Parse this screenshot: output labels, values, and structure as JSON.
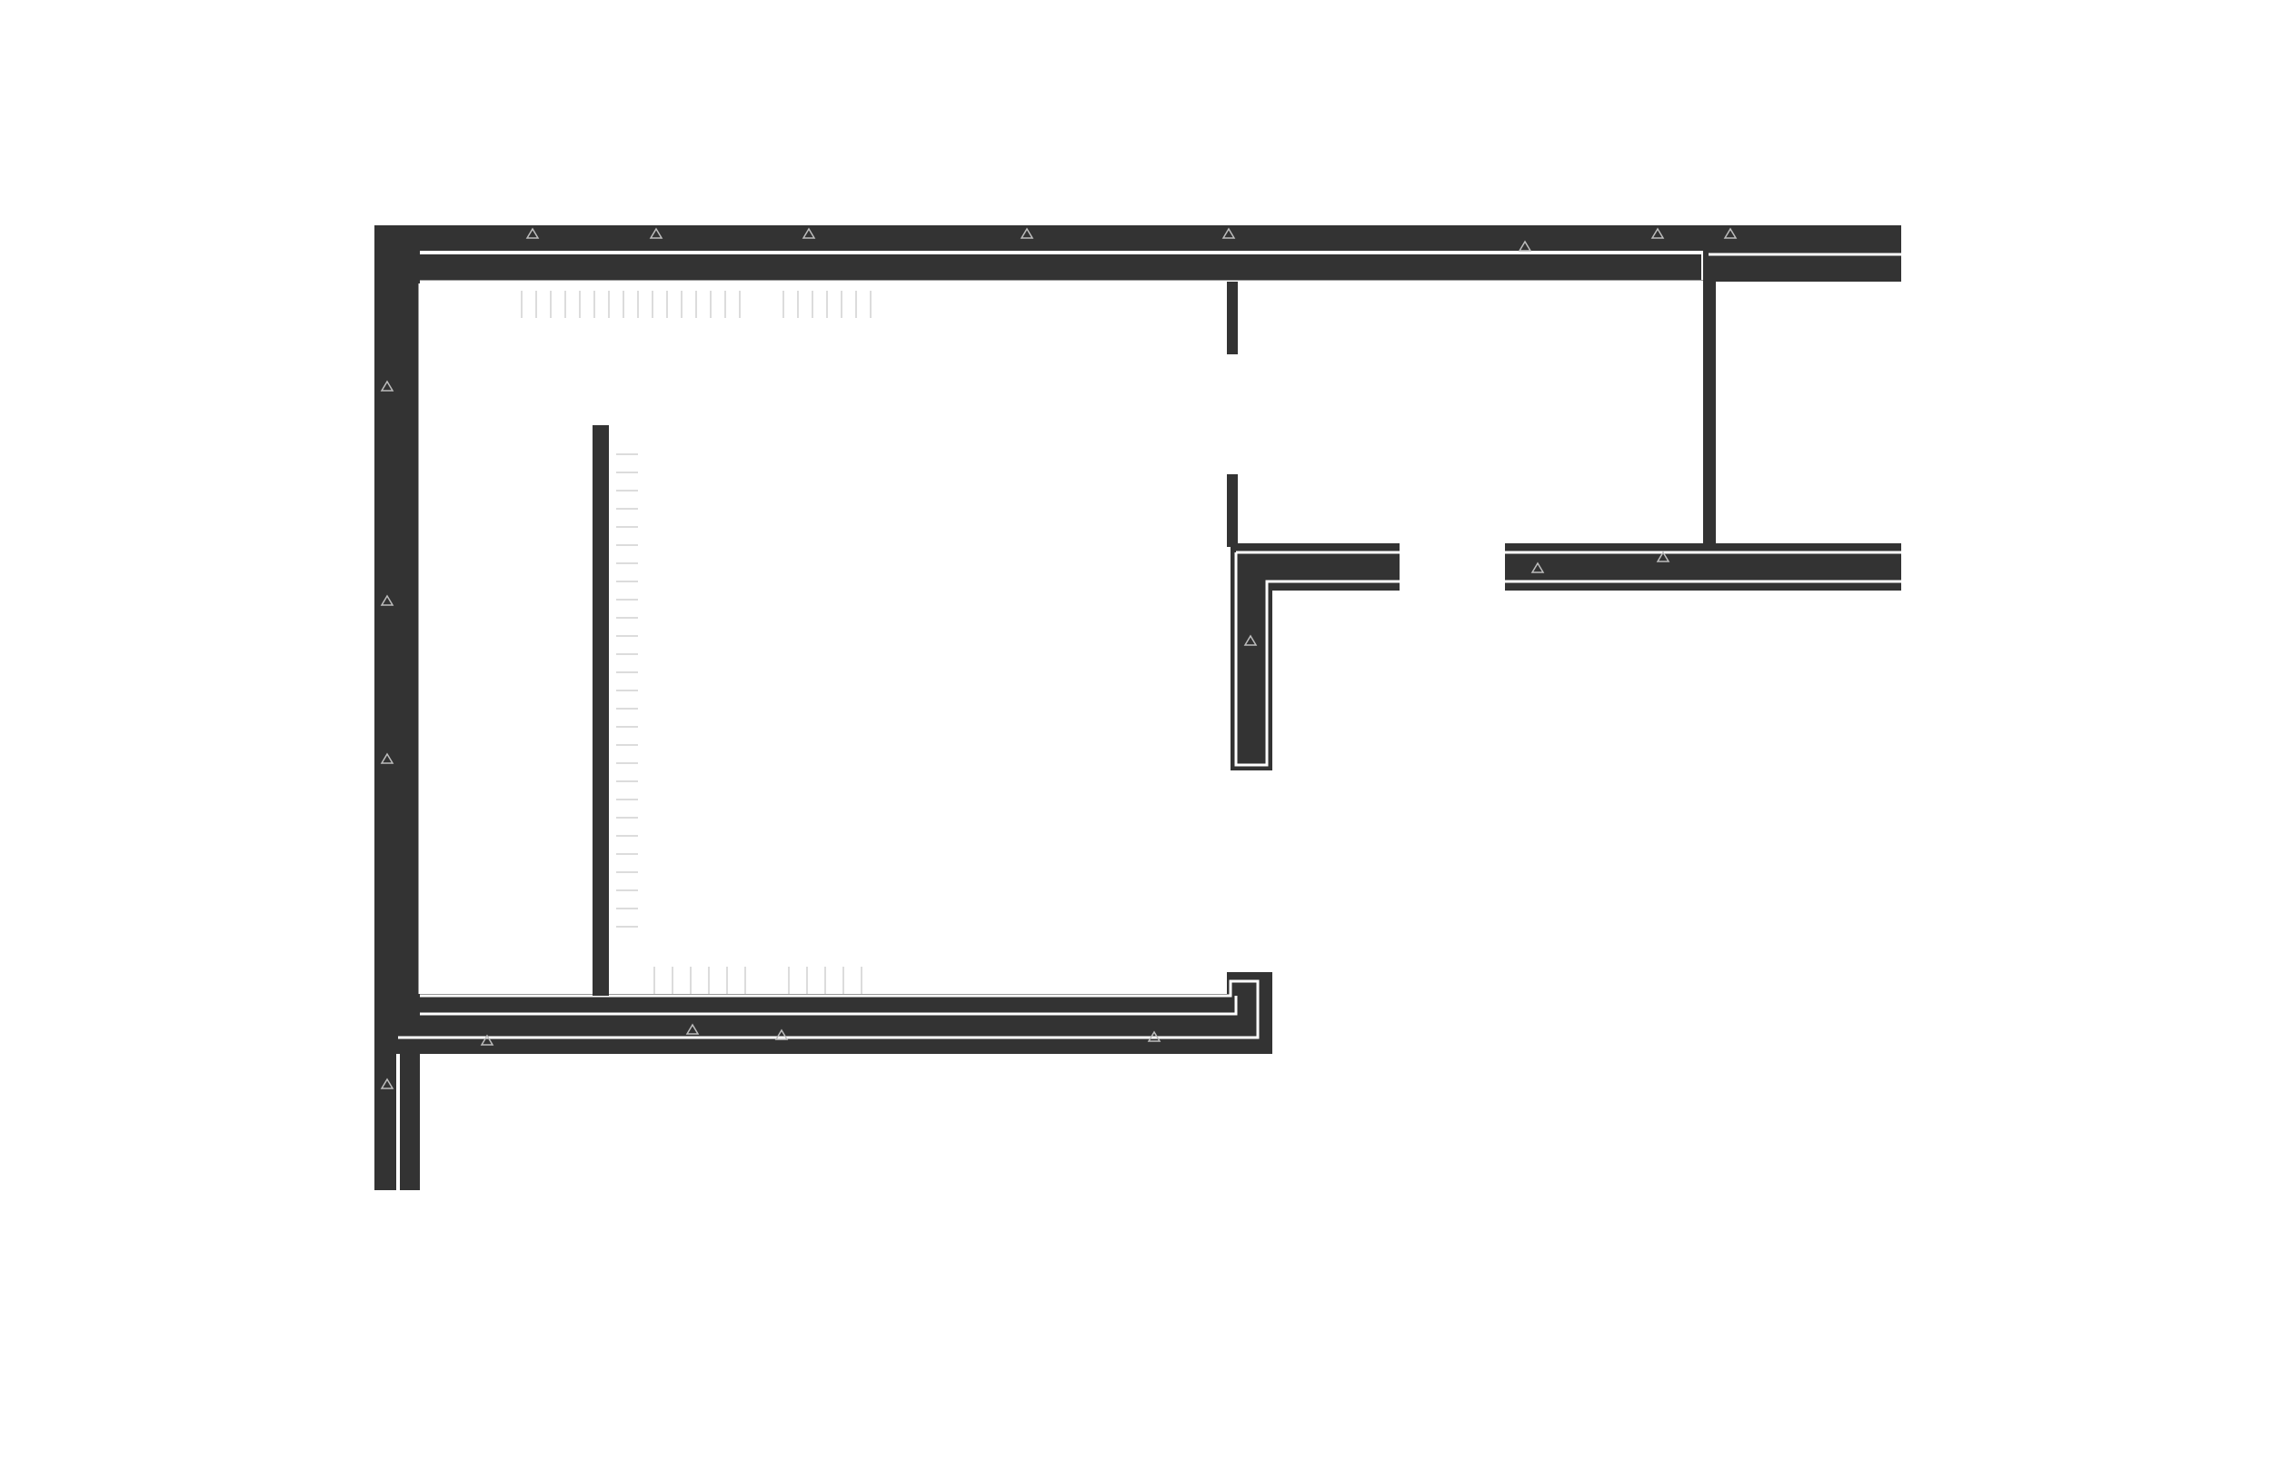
{
  "drawing": {
    "type": "floor-plan",
    "title": "",
    "labels": [],
    "colors": {
      "background": "#ffffff",
      "wall": "#333333",
      "wall_edge": "#ffffff",
      "hatch": "#bdbdbd",
      "fixtures": "#dcdcdc"
    },
    "walls": [
      {
        "id": "north-exterior-wall",
        "material": "concrete"
      },
      {
        "id": "west-exterior-wall",
        "material": "concrete"
      },
      {
        "id": "south-exterior-wall",
        "material": "concrete"
      },
      {
        "id": "east-upper-wall",
        "material": "concrete"
      },
      {
        "id": "east-lower-wall",
        "material": "concrete"
      },
      {
        "id": "partition-left",
        "material": "partition"
      },
      {
        "id": "partition-center",
        "material": "partition"
      },
      {
        "id": "partition-right",
        "material": "partition"
      }
    ],
    "fixtures": [
      {
        "id": "shelving-top"
      },
      {
        "id": "shelving-left"
      },
      {
        "id": "shelving-bottom"
      }
    ]
  }
}
